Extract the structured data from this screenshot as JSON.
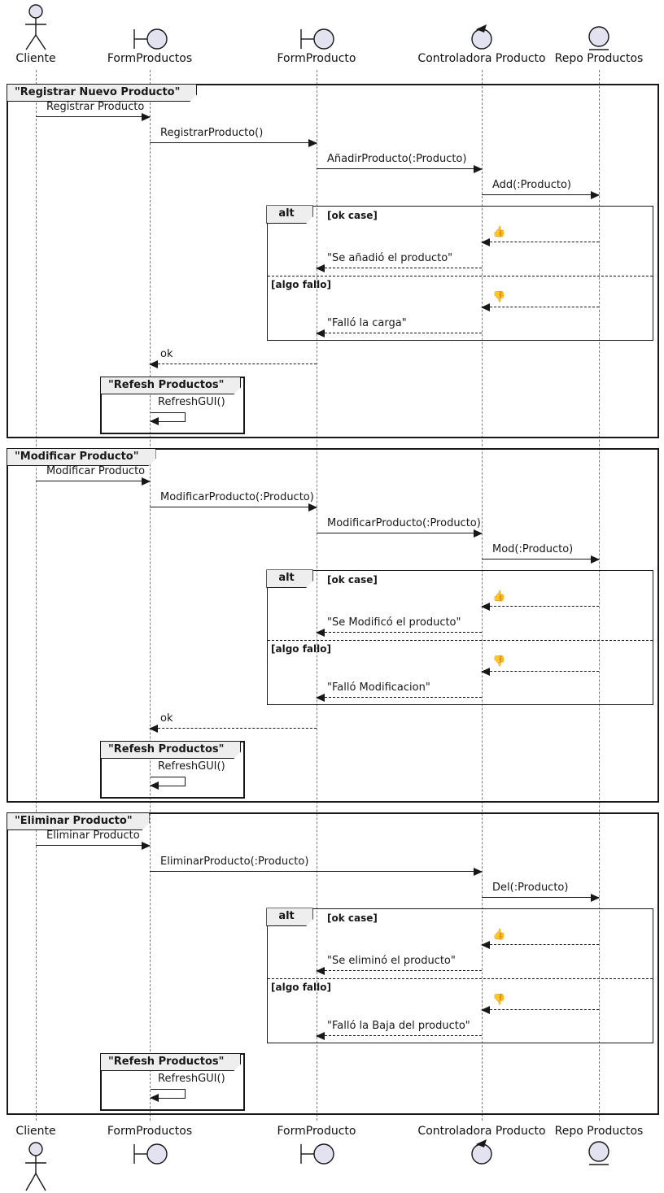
{
  "participants": [
    {
      "name": "Cliente",
      "type": "actor"
    },
    {
      "name": "FormProductos",
      "type": "boundary"
    },
    {
      "name": "FormProducto",
      "type": "boundary"
    },
    {
      "name": "Controladora Producto",
      "type": "control"
    },
    {
      "name": "Repo Productos",
      "type": "entity"
    }
  ],
  "alt_operator": "alt",
  "guards": {
    "ok": "[ok case]",
    "fail": "[algo fallo]"
  },
  "icons": {
    "thumbs_up": "👍",
    "thumbs_down": "👎"
  },
  "colors": {
    "stroke": "#181818",
    "participant_fill": "#E2E2F0",
    "frame_label_bg": "#EEEEEE",
    "background": "#FFFFFF"
  },
  "frames": [
    {
      "title": "\"Registrar Nuevo Producto\"",
      "messages": [
        {
          "from": "Cliente",
          "to": "FormProductos",
          "label": "Registrar Producto",
          "style": "solid"
        },
        {
          "from": "FormProductos",
          "to": "FormProducto",
          "label": "RegistrarProducto()",
          "style": "solid"
        },
        {
          "from": "FormProducto",
          "to": "Controladora Producto",
          "label": "AñadirProducto(:Producto)",
          "style": "solid"
        },
        {
          "from": "Controladora Producto",
          "to": "Repo Productos",
          "label": "Add(:Producto)",
          "style": "solid"
        },
        {
          "from": "Repo Productos",
          "to": "Controladora Producto",
          "label": "👍",
          "style": "dashed",
          "branch": "[ok case]"
        },
        {
          "from": "Controladora Producto",
          "to": "FormProducto",
          "label": "\"Se añadió el producto\"",
          "style": "dashed",
          "branch": "[ok case]"
        },
        {
          "from": "Repo Productos",
          "to": "Controladora Producto",
          "label": "👎",
          "style": "dashed",
          "branch": "[algo fallo]"
        },
        {
          "from": "Controladora Producto",
          "to": "FormProducto",
          "label": "\"Falló la carga\"",
          "style": "dashed",
          "branch": "[algo fallo]"
        },
        {
          "from": "FormProducto",
          "to": "FormProductos",
          "label": "ok",
          "style": "dashed"
        }
      ],
      "refresh_frame": {
        "title": "\"Refesh Productos\"",
        "message": "RefreshGUI()"
      }
    },
    {
      "title": "\"Modificar Producto\"",
      "messages": [
        {
          "from": "Cliente",
          "to": "FormProductos",
          "label": "Modificar Producto",
          "style": "solid"
        },
        {
          "from": "FormProductos",
          "to": "FormProducto",
          "label": "ModificarProducto(:Producto)",
          "style": "solid"
        },
        {
          "from": "FormProducto",
          "to": "Controladora Producto",
          "label": "ModificarProducto(:Producto)",
          "style": "solid"
        },
        {
          "from": "Controladora Producto",
          "to": "Repo Productos",
          "label": "Mod(:Producto)",
          "style": "solid"
        },
        {
          "from": "Repo Productos",
          "to": "Controladora Producto",
          "label": "👍",
          "style": "dashed",
          "branch": "[ok case]"
        },
        {
          "from": "Controladora Producto",
          "to": "FormProducto",
          "label": "\"Se Modificó el producto\"",
          "style": "dashed",
          "branch": "[ok case]"
        },
        {
          "from": "Repo Productos",
          "to": "Controladora Producto",
          "label": "👎",
          "style": "dashed",
          "branch": "[algo fallo]"
        },
        {
          "from": "Controladora Producto",
          "to": "FormProducto",
          "label": "\"Falló Modificacion\"",
          "style": "dashed",
          "branch": "[algo fallo]"
        },
        {
          "from": "FormProducto",
          "to": "FormProductos",
          "label": "ok",
          "style": "dashed"
        }
      ],
      "refresh_frame": {
        "title": "\"Refesh Productos\"",
        "message": "RefreshGUI()"
      }
    },
    {
      "title": "\"Eliminar Producto\"",
      "messages": [
        {
          "from": "Cliente",
          "to": "FormProductos",
          "label": "Eliminar Producto",
          "style": "solid"
        },
        {
          "from": "FormProductos",
          "to": "Controladora Producto",
          "label": "EliminarProducto(:Producto)",
          "style": "solid"
        },
        {
          "from": "Controladora Producto",
          "to": "Repo Productos",
          "label": "Del(:Producto)",
          "style": "solid"
        },
        {
          "from": "Repo Productos",
          "to": "Controladora Producto",
          "label": "👍",
          "style": "dashed",
          "branch": "[ok case]"
        },
        {
          "from": "Controladora Producto",
          "to": "FormProducto",
          "label": "\"Se eliminó el producto\"",
          "style": "dashed",
          "branch": "[ok case]"
        },
        {
          "from": "Repo Productos",
          "to": "Controladora Producto",
          "label": "👎",
          "style": "dashed",
          "branch": "[algo fallo]"
        },
        {
          "from": "Controladora Producto",
          "to": "FormProducto",
          "label": "\"Falló la Baja del producto\"",
          "style": "dashed",
          "branch": "[algo fallo]"
        }
      ],
      "refresh_frame": {
        "title": "\"Refesh Productos\"",
        "message": "RefreshGUI()"
      }
    }
  ]
}
